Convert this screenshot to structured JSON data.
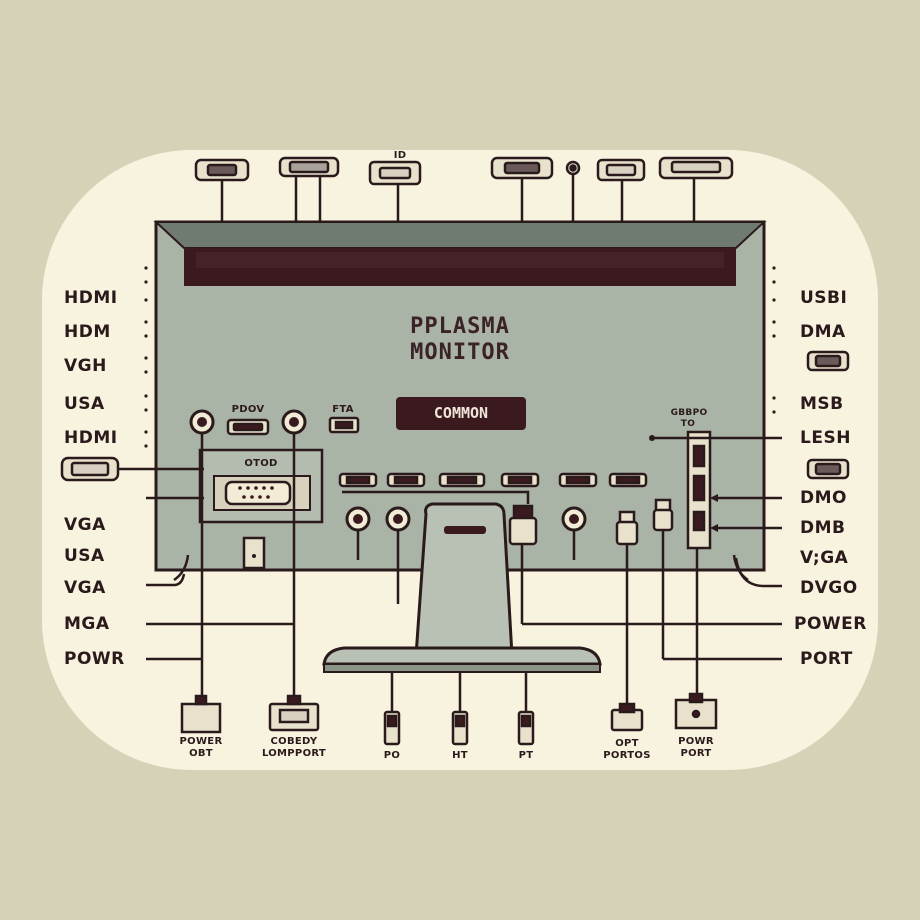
{
  "title": {
    "line1": "PPLASMA",
    "line2": "MONITOR"
  },
  "badge": "COMMON",
  "panel_labels": {
    "pdov": "PDOV",
    "fta": "FTA",
    "otod": "OTOD",
    "gbbpo": "GBBPO",
    "to": "TO",
    "top_id": "ID"
  },
  "left_labels": [
    "HDMI",
    "HDM",
    "VGH",
    "USA",
    "HDMI",
    "VGA",
    "USA",
    "VGA",
    "MGA",
    "POWR"
  ],
  "right_labels": [
    "USBI",
    "DMA",
    "MSB",
    "LESH",
    "DMO",
    "DMB",
    "V;GA",
    "DVGO",
    "POWER",
    "PORT"
  ],
  "bottom_labels": {
    "b1": [
      "POWER",
      "OBT"
    ],
    "b2": [
      "COBEDY",
      "LOMPPORT"
    ],
    "b3": "PO",
    "b4": "HT",
    "b5": "PT",
    "b6": [
      "OPT",
      "PORTOS"
    ],
    "b7": [
      "POWR",
      "PORT"
    ]
  },
  "colors": {
    "background": "#d6d2b8",
    "card": "#f7f3df",
    "monitor": "#a9b3a6",
    "dark": "#3a1a1e",
    "line": "#2b1a1c"
  }
}
